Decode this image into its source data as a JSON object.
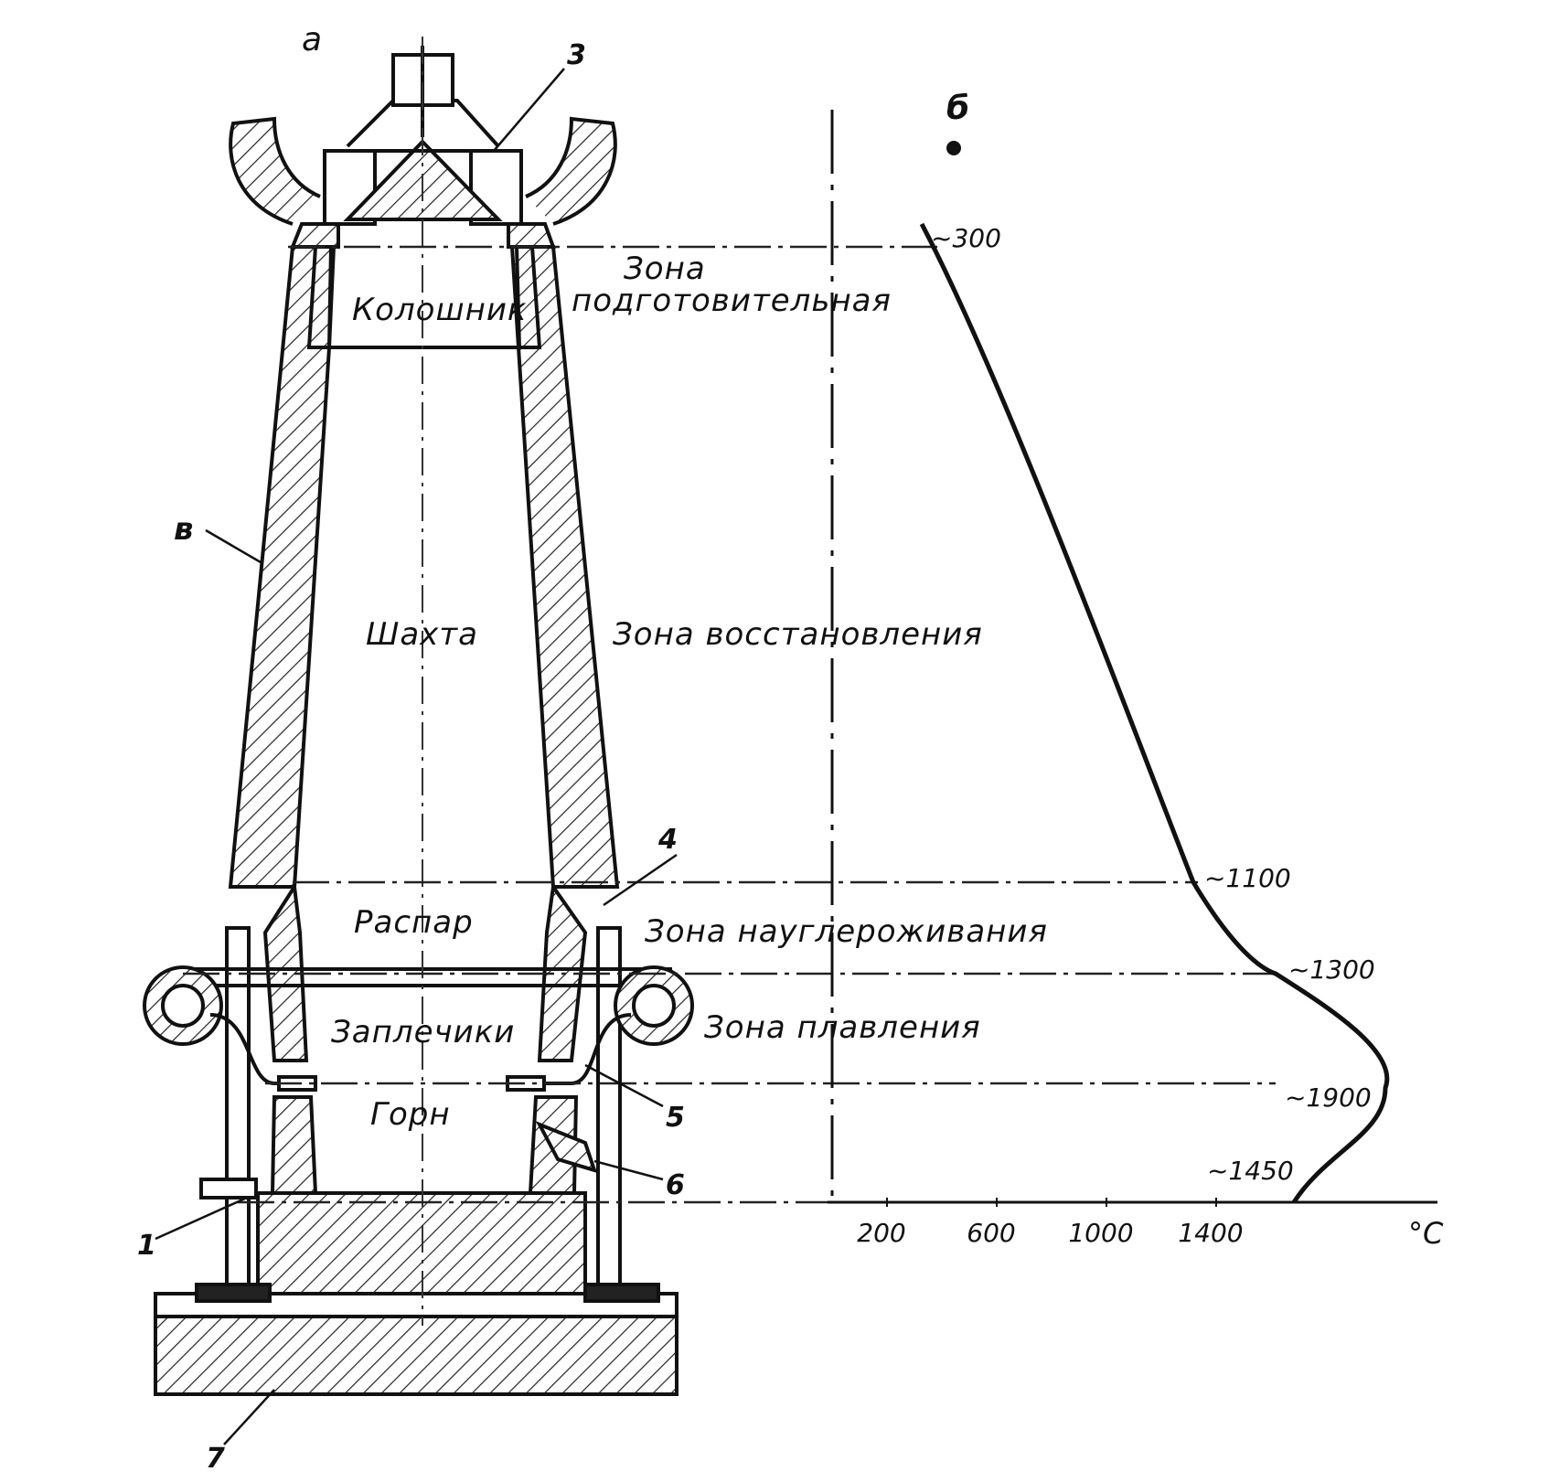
{
  "panels": {
    "a": "а",
    "b": "б"
  },
  "parts": {
    "kolosh": "Колошник",
    "shakhta": "Шахта",
    "raspar": "Распар",
    "zaplechiki": "Заплечики",
    "gorn": "Горн"
  },
  "zones": {
    "podgot_1": "Зона",
    "podgot_2": "подготовительная",
    "vosstan": "Зона восстановления",
    "naugler": "Зона науглероживания",
    "plavlen": "Зона плавления"
  },
  "callouts": [
    "1",
    "3",
    "4",
    "5",
    "6",
    "7",
    "в"
  ],
  "chart_data": {
    "type": "line",
    "x_unit": "°C",
    "x_ticks": [
      "200",
      "600",
      "1000",
      "1400"
    ],
    "points": [
      {
        "label": "~300",
        "x": 300
      },
      {
        "label": "~1100",
        "x": 1100
      },
      {
        "label": "~1300",
        "x": 1300
      },
      {
        "label": "~1900",
        "x": 1900
      },
      {
        "label": "~1450",
        "x": 1450
      }
    ]
  }
}
